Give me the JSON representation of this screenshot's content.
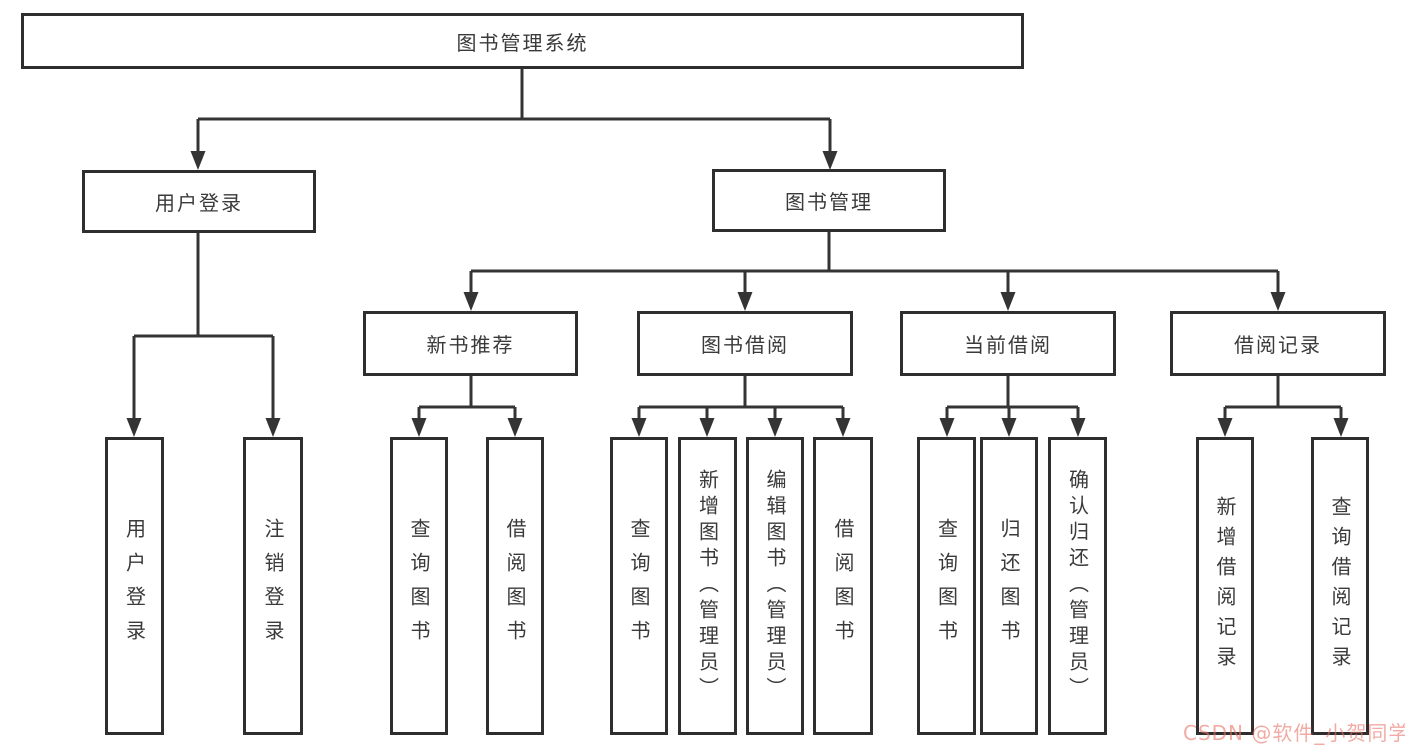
{
  "watermark": "CSDN @软件_小贺同学",
  "colors": {
    "line": "#343434",
    "box_border": "#2e2e2e",
    "text": "#3a3a3a",
    "background": "#ffffff",
    "watermark": "#e97367"
  },
  "tree": {
    "root": "图书管理系统",
    "branches": [
      {
        "label": "用户登录",
        "children": [
          "用户登录",
          "注销登录"
        ]
      },
      {
        "label": "图书管理",
        "sections": [
          {
            "label": "新书推荐",
            "children": [
              "查询图书",
              "借阅图书"
            ]
          },
          {
            "label": "图书借阅",
            "children": [
              "查询图书",
              "新增图书（管理员）",
              "编辑图书（管理员）",
              "借阅图书"
            ]
          },
          {
            "label": "当前借阅",
            "children": [
              "查询图书",
              "归还图书",
              "确认归还（管理员）"
            ]
          },
          {
            "label": "借阅记录",
            "children": [
              "新增借阅记录",
              "查询借阅记录"
            ]
          }
        ]
      }
    ]
  }
}
